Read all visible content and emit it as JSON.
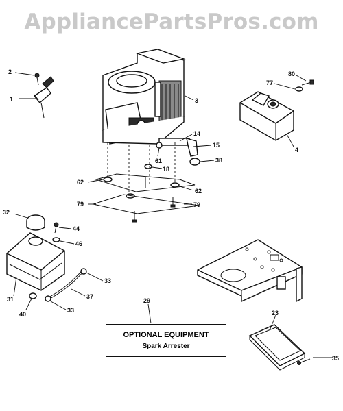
{
  "watermark": "AppliancePartsPros.com",
  "callouts": {
    "c1": "1",
    "c2": "2",
    "c3": "3",
    "c4": "4",
    "c14": "14",
    "c15": "15",
    "c18": "18",
    "c38": "38",
    "c61": "61",
    "c62a": "62",
    "c62b": "62",
    "c79a": "79",
    "c79b": "79",
    "c80": "80",
    "c77": "77",
    "c32": "32",
    "c44": "44",
    "c46": "46",
    "c31": "31",
    "c33a": "33",
    "c37": "37",
    "c40": "40",
    "c33b": "33",
    "c29": "29",
    "c23": "23",
    "c35": "35"
  },
  "optional_box": {
    "title": "OPTIONAL EQUIPMENT",
    "subtitle": "Spark Arrester"
  }
}
